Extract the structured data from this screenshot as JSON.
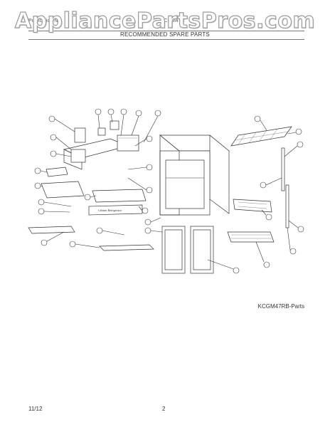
{
  "watermark": "AppliancePartsPros.com",
  "header": {
    "left_text": "Publication No.",
    "model_text": "KCGM47R",
    "title": "RECOMMENDED SPARE PARTS"
  },
  "diagram_label": "Cabinet Refrigerator",
  "figure_id": "KCGM47RB-Parts",
  "footer": {
    "date": "11/12",
    "page": "2"
  }
}
